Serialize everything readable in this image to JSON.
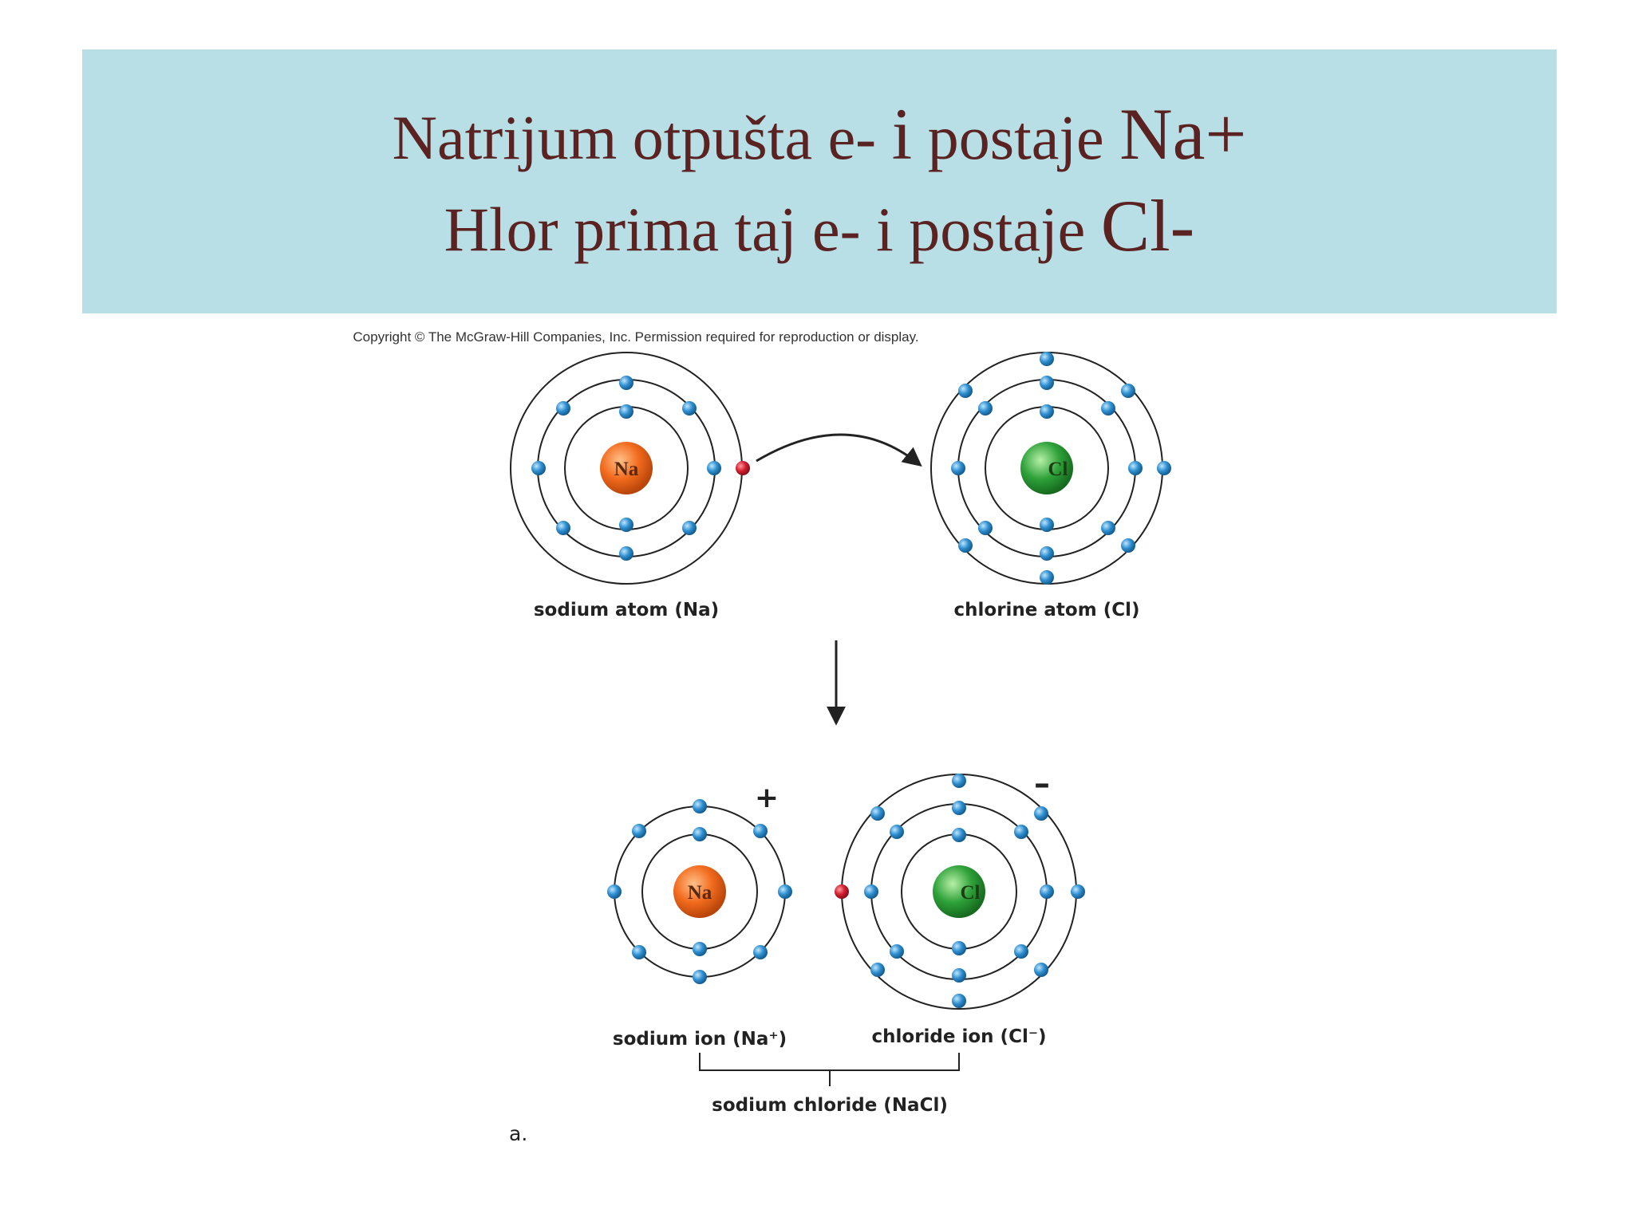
{
  "slide": {
    "title_line1": {
      "text": "Natrijum otpušta e- ",
      "emph1": "i",
      "text2": " postaje ",
      "emph2": "Na+"
    },
    "title_line2": {
      "text": "Hlor prima taj e- i postaje ",
      "emph": "Cl-"
    }
  },
  "figure": {
    "copyright": "Copyright © The McGraw-Hill Companies, Inc. Permission required for reproduction or display.",
    "sodium_symbol": "Na",
    "chlorine_symbol": "Cl",
    "label_sodium_atom": "sodium atom (Na)",
    "label_chlorine_atom": "chlorine atom (Cl)",
    "label_sodium_ion": "sodium ion (Na⁺)",
    "label_chloride_ion": "chloride ion (Cl⁻)",
    "label_sodium_chloride": "sodium chloride (NaCl)",
    "plus_sign": "+",
    "minus_sign": "–",
    "panel_label": "a.",
    "colors": {
      "sodium": "#f26b1d",
      "chlorine": "#2fa23a",
      "electron": "#2f8fd0",
      "transferred_electron": "#d21f2f"
    }
  }
}
